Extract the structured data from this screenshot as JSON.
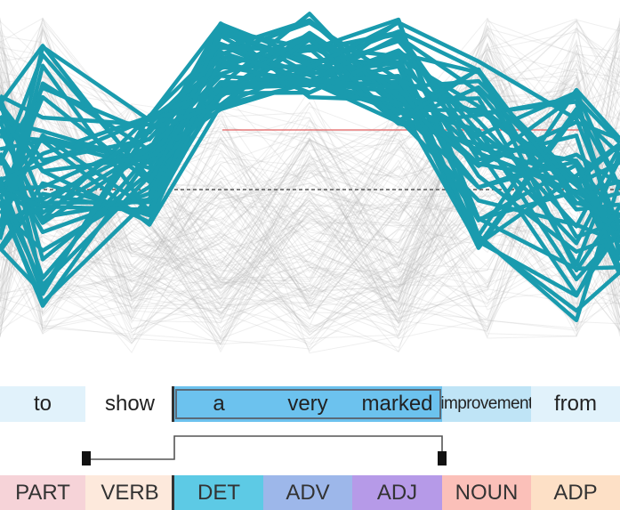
{
  "words": [
    {
      "text": "to",
      "bg": "#e1f2fb"
    },
    {
      "text": "show",
      "bg": "#ffffff"
    },
    {
      "text": "a",
      "bg": "#6cc2ee"
    },
    {
      "text": "very",
      "bg": "#6cc2ee"
    },
    {
      "text": "marked",
      "bg": "#6cc2ee"
    },
    {
      "text": "improvement",
      "bg": "#bfe4f6"
    },
    {
      "text": "from",
      "bg": "#e1f2fb"
    }
  ],
  "pos_tags": [
    {
      "text": "PART",
      "bg": "#f6d3d8"
    },
    {
      "text": "VERB",
      "bg": "#fde9dc"
    },
    {
      "text": "DET",
      "bg": "#5dcae5"
    },
    {
      "text": "ADV",
      "bg": "#9db7ea"
    },
    {
      "text": "ADJ",
      "bg": "#b69ae8"
    },
    {
      "text": "NOUN",
      "bg": "#fbc0b9"
    },
    {
      "text": "ADP",
      "bg": "#fde0c6"
    }
  ],
  "colors": {
    "highlight_line": "#1a9bae",
    "background_lines": "#b4b4b4",
    "reference_line": "#e26060",
    "mean_line": "#555555",
    "selection_border": "#5a6a78"
  },
  "icons": [
    "left-handle-icon",
    "right-handle-icon"
  ]
}
